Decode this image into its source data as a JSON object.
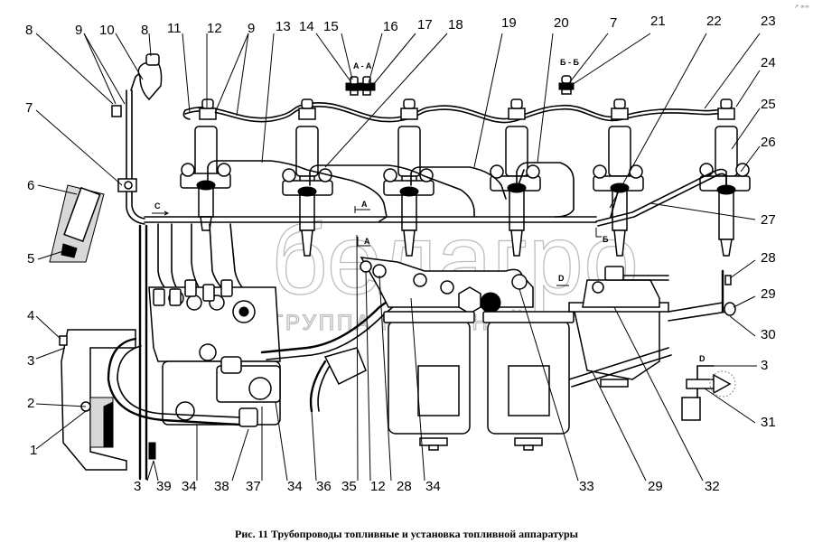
{
  "caption": "Рис. 11  Трубопроводы топливные и установка топливной аппаратуры",
  "corner_mark": "↗ ∞∞",
  "watermark": {
    "logo_text": "белагро",
    "sub_text": "ГРУППА КОМПАНИЙ"
  },
  "section_labels": {
    "aa": "A - A",
    "bb": "Б - Б",
    "c": "C",
    "d_top": "D",
    "d_right": "D",
    "a1": "A",
    "a2": "A",
    "b1": "Б"
  },
  "callouts": [
    {
      "id": "c8a",
      "text": "8"
    },
    {
      "id": "c9a",
      "text": "9"
    },
    {
      "id": "c10",
      "text": "10"
    },
    {
      "id": "c8b",
      "text": "8"
    },
    {
      "id": "c11",
      "text": "11"
    },
    {
      "id": "c12a",
      "text": "12"
    },
    {
      "id": "c9b",
      "text": "9"
    },
    {
      "id": "c13",
      "text": "13"
    },
    {
      "id": "c14",
      "text": "14"
    },
    {
      "id": "c15",
      "text": "15"
    },
    {
      "id": "c16",
      "text": "16"
    },
    {
      "id": "c17",
      "text": "17"
    },
    {
      "id": "c18",
      "text": "18"
    },
    {
      "id": "c19",
      "text": "19"
    },
    {
      "id": "c20",
      "text": "20"
    },
    {
      "id": "c7b",
      "text": "7"
    },
    {
      "id": "c21",
      "text": "21"
    },
    {
      "id": "c22",
      "text": "22"
    },
    {
      "id": "c23",
      "text": "23"
    },
    {
      "id": "c24",
      "text": "24"
    },
    {
      "id": "c25",
      "text": "25"
    },
    {
      "id": "c26",
      "text": "26"
    },
    {
      "id": "c27",
      "text": "27"
    },
    {
      "id": "c28a",
      "text": "28"
    },
    {
      "id": "c29a",
      "text": "29"
    },
    {
      "id": "c30",
      "text": "30"
    },
    {
      "id": "c3a",
      "text": "3"
    },
    {
      "id": "c31",
      "text": "31"
    },
    {
      "id": "c7a",
      "text": "7"
    },
    {
      "id": "c6",
      "text": "6"
    },
    {
      "id": "c5",
      "text": "5"
    },
    {
      "id": "c4",
      "text": "4"
    },
    {
      "id": "c3b",
      "text": "3"
    },
    {
      "id": "c2",
      "text": "2"
    },
    {
      "id": "c1",
      "text": "1"
    },
    {
      "id": "c3c",
      "text": "3"
    },
    {
      "id": "c39",
      "text": "39"
    },
    {
      "id": "c34a",
      "text": "34"
    },
    {
      "id": "c38",
      "text": "38"
    },
    {
      "id": "c37",
      "text": "37"
    },
    {
      "id": "c34b",
      "text": "34"
    },
    {
      "id": "c36",
      "text": "36"
    },
    {
      "id": "c35",
      "text": "35"
    },
    {
      "id": "c12b",
      "text": "12"
    },
    {
      "id": "c28b",
      "text": "28"
    },
    {
      "id": "c34c",
      "text": "34"
    },
    {
      "id": "c33",
      "text": "33"
    },
    {
      "id": "c29b",
      "text": "29"
    },
    {
      "id": "c32",
      "text": "32"
    }
  ]
}
